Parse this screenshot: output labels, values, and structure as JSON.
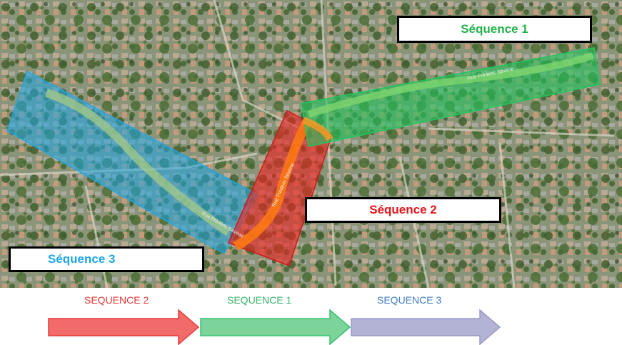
{
  "map": {
    "street_labels": [
      "Rue Frédéric Sévène",
      "Rue Frédéric Sévène",
      "Rue Frédéric Sévène"
    ],
    "boxes": {
      "seq1": "Séquence 1",
      "seq2": "Séquence 2",
      "seq3": "Séquence 3"
    }
  },
  "legend": {
    "arrows": [
      {
        "label": "SEQUENCE 2",
        "color": "#e53935"
      },
      {
        "label": "SEQUENCE 1",
        "color": "#38c172"
      },
      {
        "label": "SEQUENCE 3",
        "color": "#3f7fc6"
      }
    ]
  },
  "colors": {
    "seq1": "#22c55e",
    "seq2": "#f01f1f",
    "seq3": "#1ea7e8",
    "aerial_base": "#7a8a6a"
  }
}
